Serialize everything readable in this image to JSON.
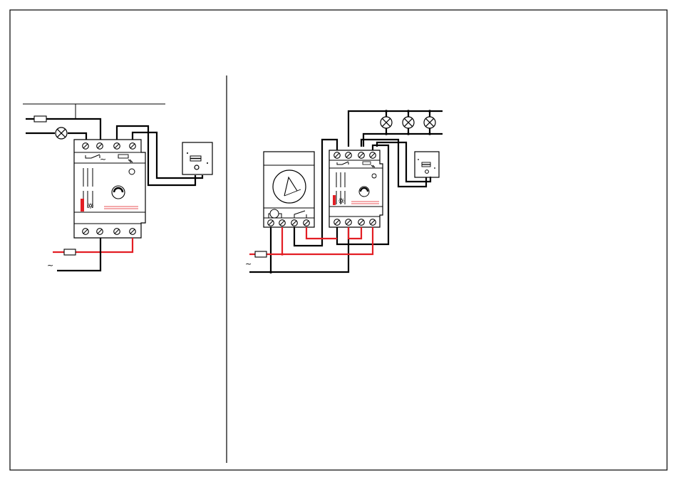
{
  "page": {
    "frame_color": "#000000",
    "background": "#ffffff"
  },
  "colors": {
    "wire": "#000000",
    "phase_wire": "#e31e24",
    "indicator": "#e31e24"
  },
  "diagram_left": {
    "supply_symbol": "~",
    "components": [
      "fuse-icon",
      "lamp-icon",
      "dimmer-module",
      "light-sensor-icon",
      "terminal-screw-icon"
    ]
  },
  "diagram_right": {
    "supply_symbol": "~",
    "lamp_count": 3,
    "components": [
      "fuse-icon",
      "timer-switch-module",
      "dimmer-module",
      "light-sensor-icon",
      "lamp-icon"
    ]
  }
}
